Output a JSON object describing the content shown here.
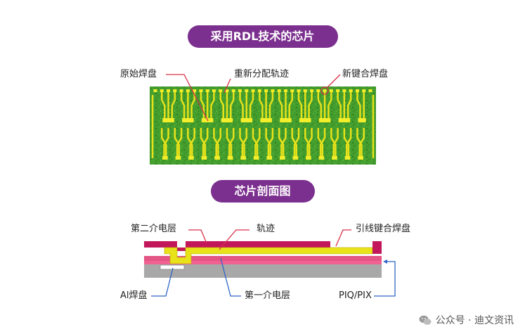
{
  "section_top": {
    "title": "采用RDL技术的芯片",
    "labels": {
      "original_pad": "原始焊盘",
      "redistribution": "重新分配轨迹",
      "new_bond_pad": "新键合焊盘"
    }
  },
  "section_bottom": {
    "title": "芯片剖面图",
    "labels": {
      "second_dielectric": "第二介电层",
      "trace": "轨迹",
      "lead_bond_pad": "引线键合焊盘",
      "al_pad": "Al焊盘",
      "first_dielectric": "第一介电层",
      "piq_pix": "PIQ/PIX"
    }
  },
  "watermark": {
    "text": "公众号 · 迪文资讯"
  },
  "colors": {
    "pill": "#7b2f8e",
    "chip_green": "#3f9a2a",
    "trace_yellow": "#e8e21a",
    "callout_red": "#d9304a",
    "callout_blue": "#2f66c4",
    "magenta_layer": "#c2185b",
    "pink_layer": "#f06292",
    "substrate_gray": "#a8a8a8"
  }
}
